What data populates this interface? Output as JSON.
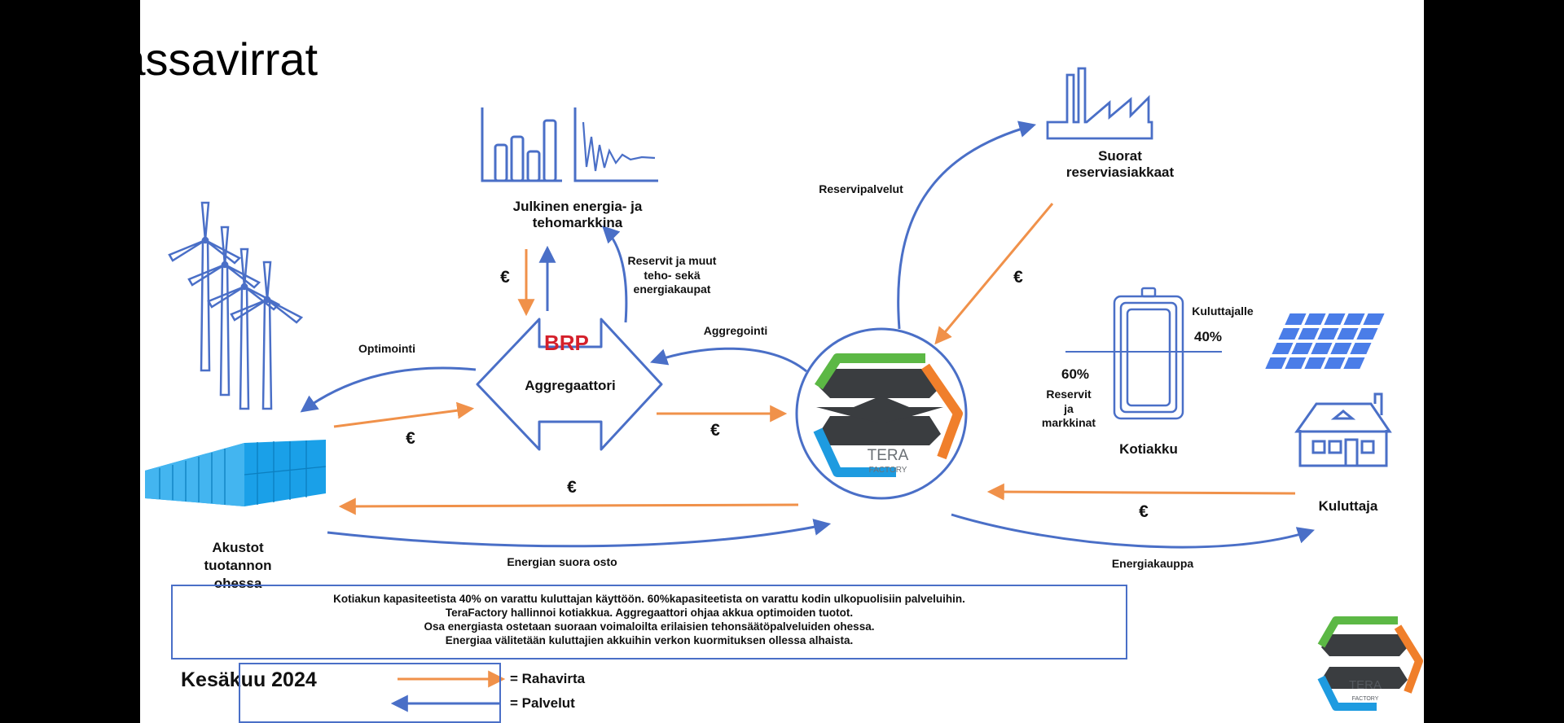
{
  "title": "Kassavirrat",
  "date": "Kesäkuu 2024",
  "colors": {
    "money": "#f0914a",
    "service": "#4a6fc7",
    "container": "#1aa0e8",
    "brp": "#d4202b"
  },
  "nodes": {
    "market_label_1": "Julkinen energia- ja",
    "market_label_2": "tehomarkkina",
    "reserve_customers_1": "Suorat",
    "reserve_customers_2": "reserviasiakkaat",
    "aggregator": "Aggregaattori",
    "brp": "BRP",
    "batteries_1": "Akustot",
    "batteries_2": "tuotannon",
    "batteries_3": "ohessa",
    "home_battery": "Kotiakku",
    "consumer": "Kuluttaja",
    "tera_logo_1": "TERA",
    "tera_logo_2": "FACTORY"
  },
  "flow_labels": {
    "reserve_services": "Reservipalvelut",
    "reserves_trades_1": "Reservit ja muut",
    "reserves_trades_2": "teho- sekä",
    "reserves_trades_3": "energiakaupat",
    "aggregation": "Aggregointi",
    "optimization": "Optimointi",
    "direct_purchase": "Energian suora osto",
    "energy_trade": "Energiakauppa",
    "euro": "€"
  },
  "battery_split": {
    "consumer_label": "Kuluttajalle",
    "consumer_pct": "40%",
    "reserve_pct": "60%",
    "reserve_label_1": "Reservit",
    "reserve_label_2": "ja",
    "reserve_label_3": "markkinat"
  },
  "note_lines": [
    "Kotiakun kapasiteetista 40% on varattu kuluttajan käyttöön. 60%kapasiteetista on varattu kodin ulkopuolisiin palveluihin.",
    "TeraFactory hallinnoi kotiakkua. Aggregaattori ohjaa akkua optimoiden tuotot.",
    "Osa energiasta ostetaan suoraan voimaloilta erilaisien tehonsäätöpalveluiden ohessa.",
    "Energiaa välitetään kuluttajien akkuihin verkon kuormituksen ollessa alhaista."
  ],
  "legend": {
    "money": "= Rahavirta",
    "service": "= Palvelut"
  }
}
